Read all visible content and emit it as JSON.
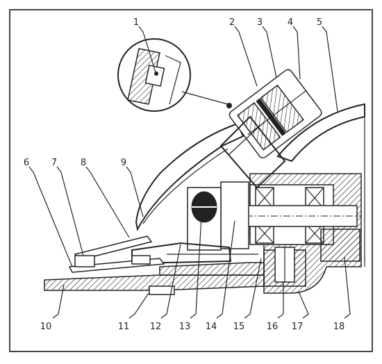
{
  "callouts": [
    {
      "id": "1",
      "label": "1"
    },
    {
      "id": "2",
      "label": "2"
    },
    {
      "id": "3",
      "label": "3"
    },
    {
      "id": "4",
      "label": "4"
    },
    {
      "id": "5",
      "label": "5"
    },
    {
      "id": "6",
      "label": "6"
    },
    {
      "id": "7",
      "label": "7"
    },
    {
      "id": "8",
      "label": "8"
    },
    {
      "id": "9",
      "label": "9"
    },
    {
      "id": "10",
      "label": "10"
    },
    {
      "id": "11",
      "label": "11"
    },
    {
      "id": "12",
      "label": "12"
    },
    {
      "id": "13",
      "label": "13"
    },
    {
      "id": "14",
      "label": "14"
    },
    {
      "id": "15",
      "label": "15"
    },
    {
      "id": "16",
      "label": "16"
    },
    {
      "id": "17",
      "label": "17"
    },
    {
      "id": "18",
      "label": "18"
    }
  ],
  "colors": {
    "ink": "#222222",
    "paper": "#ffffff"
  }
}
